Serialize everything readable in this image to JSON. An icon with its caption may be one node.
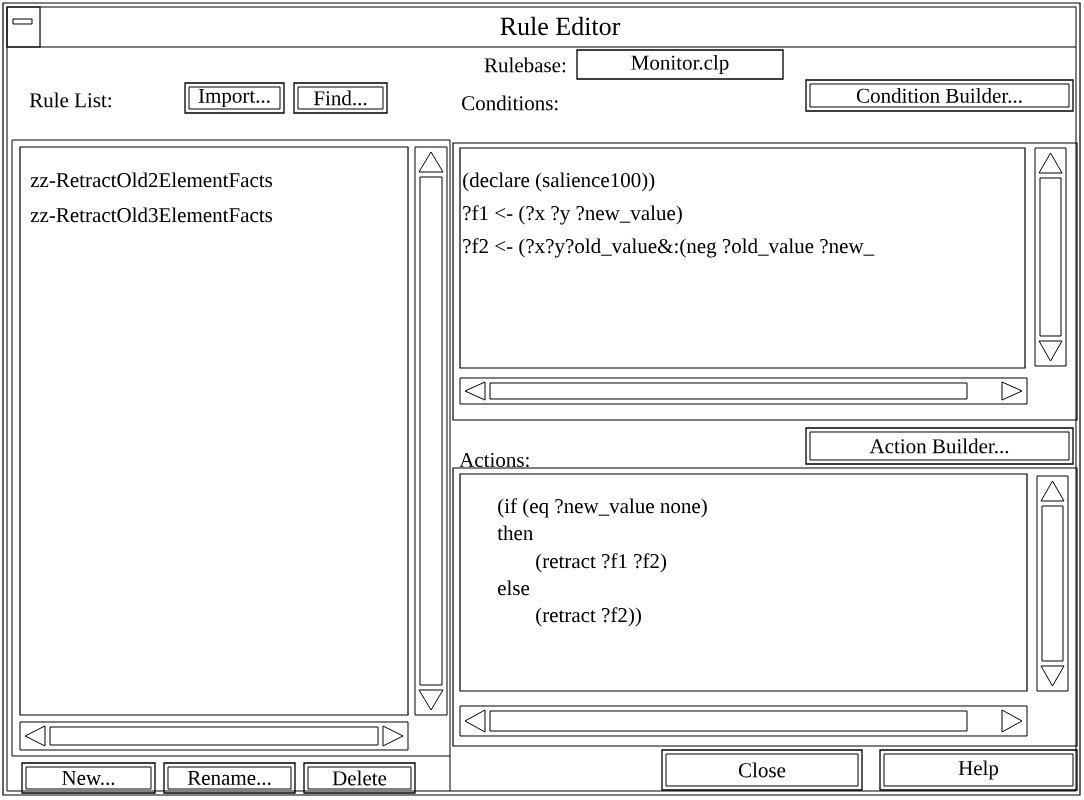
{
  "diagram": {
    "title": "Rule Editor",
    "nodes": [
      {
        "text": [
          "Monitor.clp"
        ]
      },
      {
        "text": [
          "Import..."
        ]
      },
      {
        "text": [
          "Find..."
        ]
      },
      {
        "text": [
          "Condition Builder..."
        ]
      },
      {
        "text": [
          "zz-RetractOld2ElementFacts",
          "zz-RetractOld3ElementFacts"
        ]
      },
      {
        "text": [
          "(declare (salience100))",
          "?f1 <- (?x ?y ?new_value)",
          "?f2  <- (?x?y?old_value&:(neg ?old_value ?new_"
        ]
      },
      {
        "text": [
          "Action Builder..."
        ]
      },
      {
        "text": [
          "(if (eq ?new_value none)",
          "then",
          "(retract ?f1 ?f2)",
          "else",
          "(retract ?f2))"
        ]
      },
      {
        "text": [
          "New..."
        ]
      },
      {
        "text": [
          "Rename..."
        ]
      },
      {
        "text": [
          "Delete"
        ]
      },
      {
        "text": [
          "Close"
        ]
      },
      {
        "text": [
          "Help"
        ]
      }
    ],
    "labels": [
      "Rulebase:",
      "Rule List:",
      "Conditions:",
      "Actions:"
    ]
  }
}
